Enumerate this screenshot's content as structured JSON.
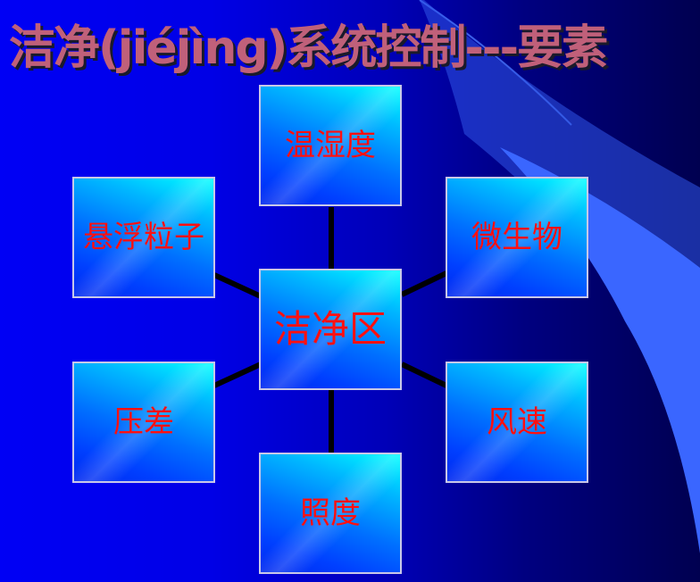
{
  "slide": {
    "title": {
      "prefix": "洁净(jiéjìng)",
      "suffix": "系统控制---要素",
      "full": "洁净(jiéjìng)系统控制---要素"
    },
    "diagram": {
      "center": {
        "label": "洁净区"
      },
      "nodes": [
        {
          "position": "top",
          "label": "温湿度"
        },
        {
          "position": "top-left",
          "label": "悬浮粒子"
        },
        {
          "position": "top-right",
          "label": "微生物"
        },
        {
          "position": "bottom-left",
          "label": "压差"
        },
        {
          "position": "bottom-right",
          "label": "风速"
        },
        {
          "position": "bottom",
          "label": "照度"
        }
      ]
    },
    "colors": {
      "title": "#c0607a",
      "node_label": "#ff1010",
      "node_border": "#c8c8e8",
      "connector": "#000000",
      "swoosh": "#3a66ff",
      "background_left": "#0000f5",
      "background_right": "#000050"
    }
  }
}
